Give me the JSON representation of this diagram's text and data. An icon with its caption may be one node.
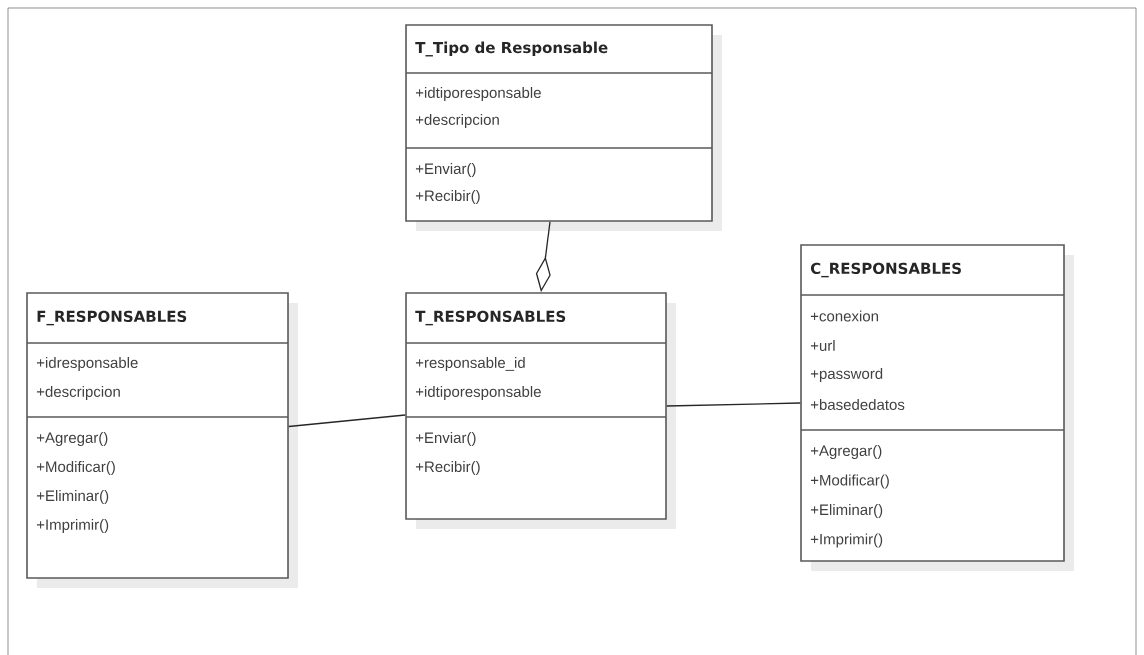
{
  "diagram": {
    "nodes": [
      {
        "text": [
          "T_Tipo de Responsable",
          "+idtiporesponsable",
          "+descripcion",
          "+Enviar()",
          "+Recibir()"
        ]
      },
      {
        "text": [
          "F_RESPONSABLES",
          "+idresponsable",
          "+descripcion",
          "+Agregar()",
          "+Modificar()",
          "+Eliminar()",
          "+Imprimir()"
        ]
      },
      {
        "text": [
          "T_RESPONSABLES",
          "+responsable_id",
          "+idtiporesponsable",
          "+Enviar()",
          "+Recibir()"
        ]
      },
      {
        "text": [
          "C_RESPONSABLES",
          "+conexion",
          "+url",
          "+password",
          "+basededatos",
          "+Agregar()",
          "+Modificar()",
          "+Eliminar()",
          "+Imprimir()"
        ]
      }
    ],
    "edges": [
      {
        "from": 0,
        "to": 2,
        "arrow": "other"
      },
      {
        "from": 1,
        "to": 2,
        "arrow": "none"
      },
      {
        "from": 2,
        "to": 3,
        "arrow": "none"
      }
    ]
  }
}
